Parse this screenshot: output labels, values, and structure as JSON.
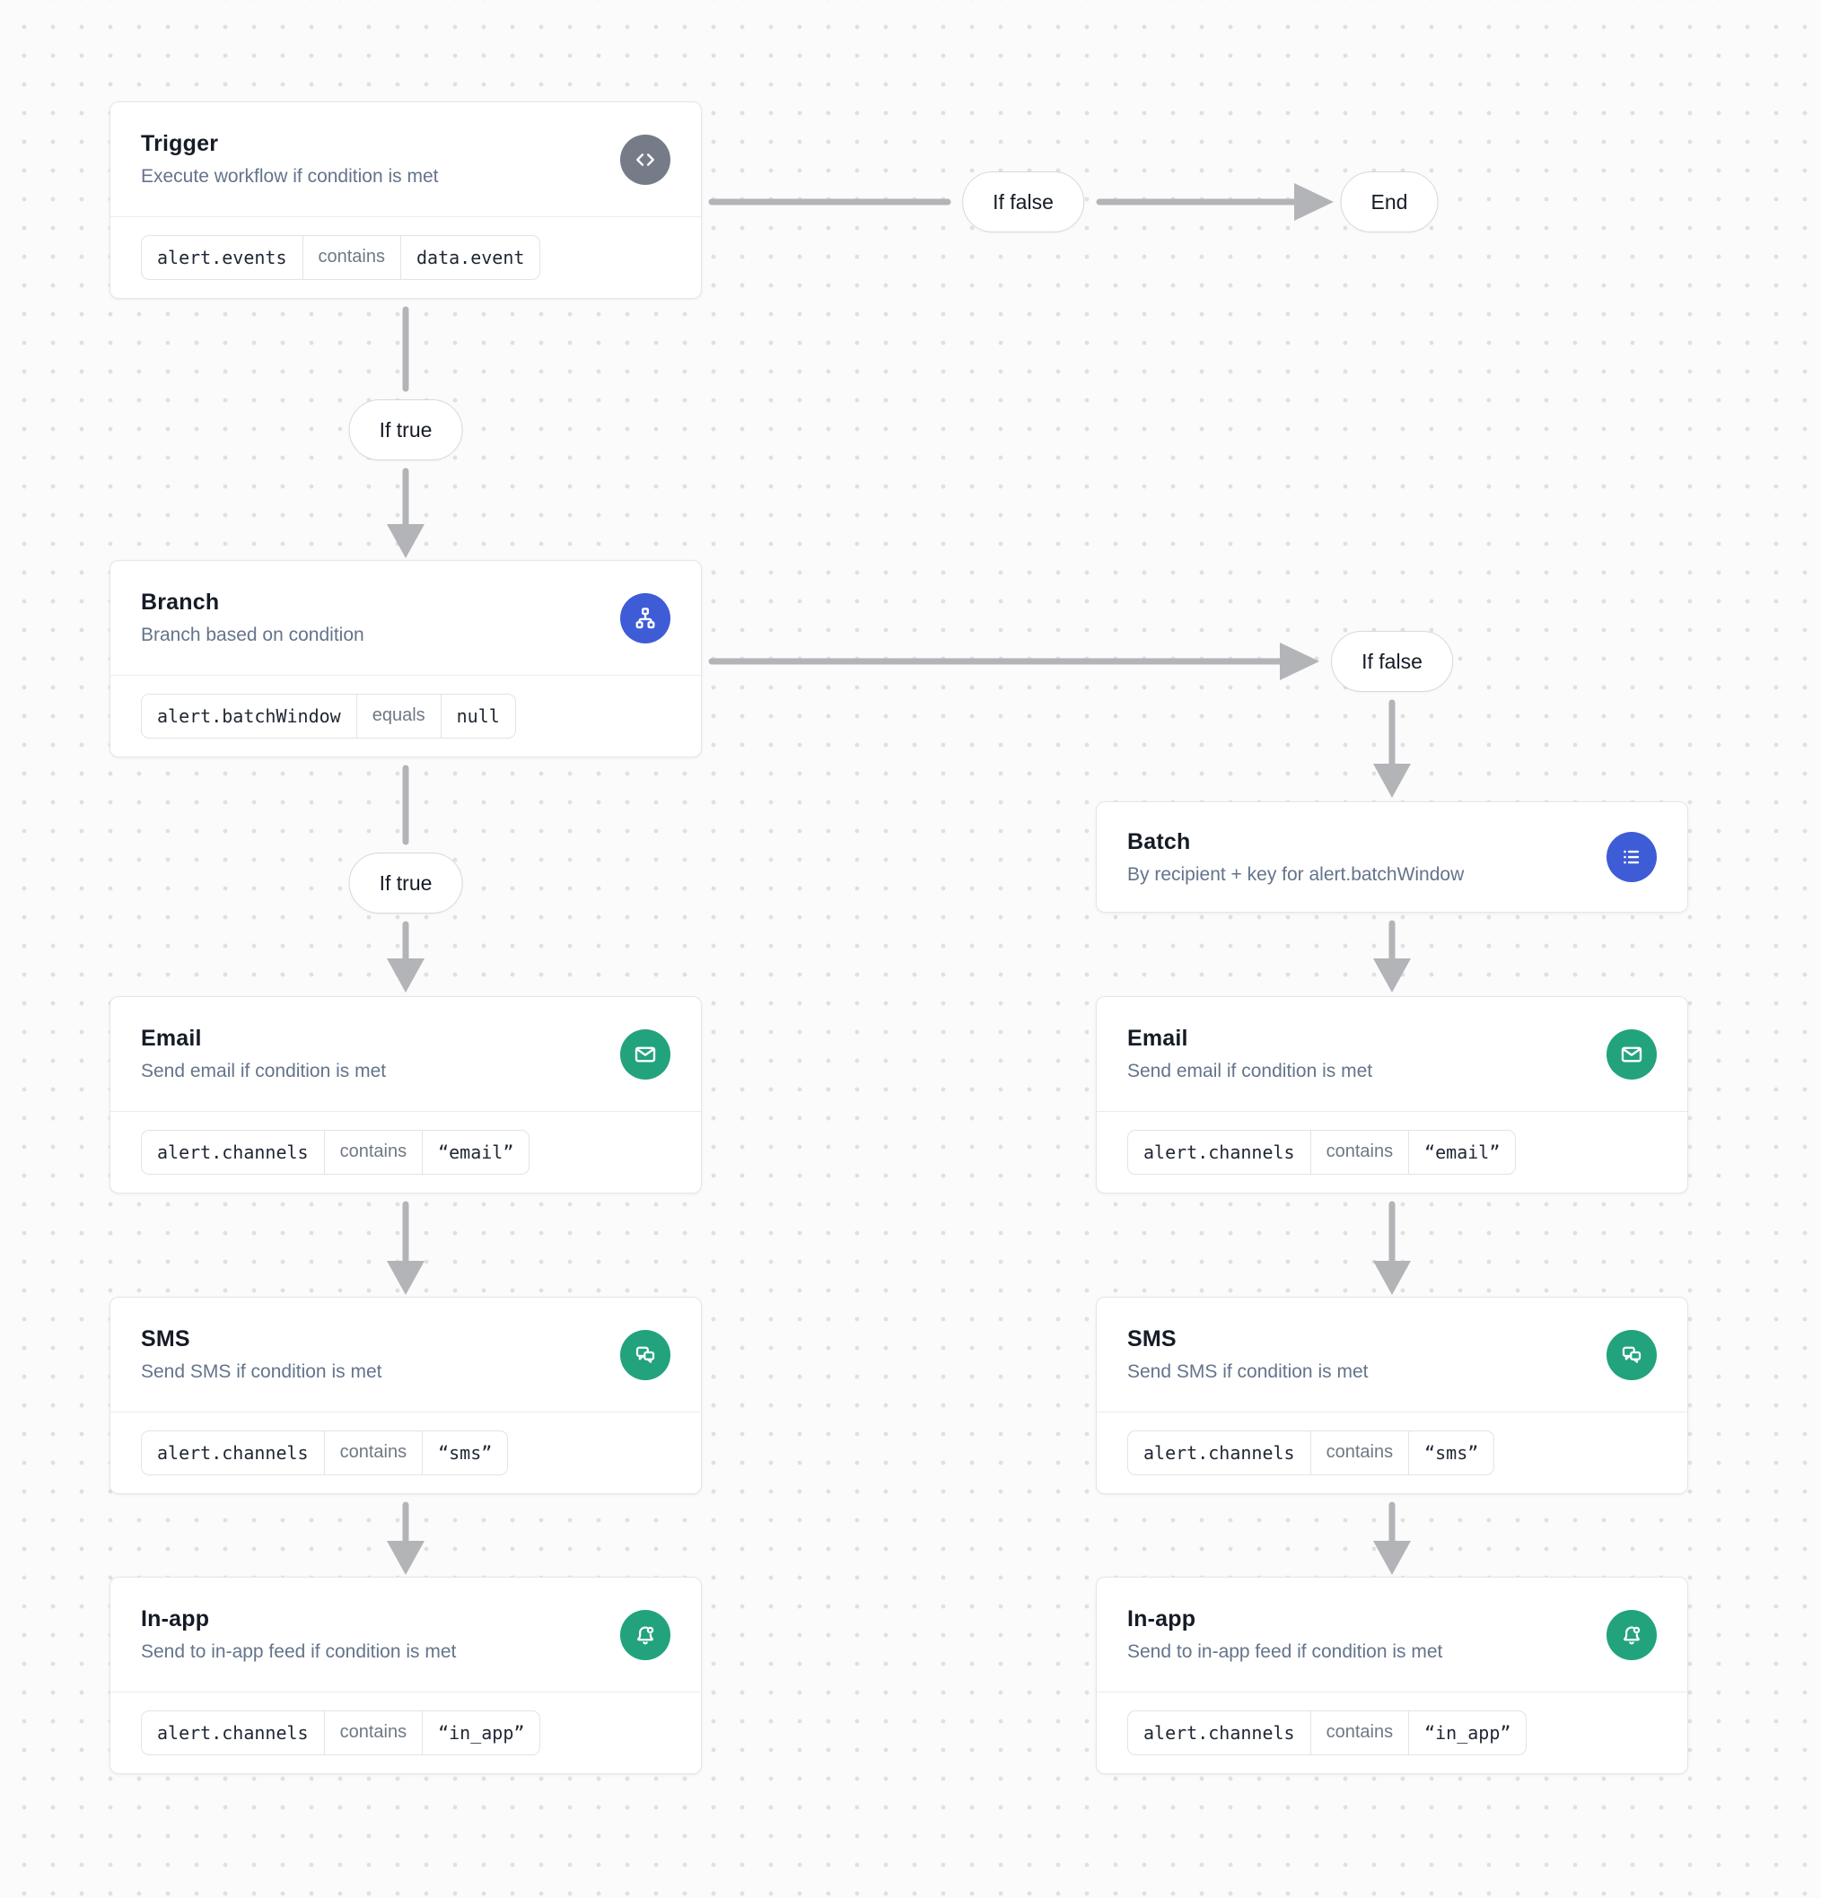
{
  "colors": {
    "accent_blue": "#3e5cd6",
    "accent_green": "#22a37d",
    "icon_gray": "#757c87",
    "arrow_gray": "#b3b4b8"
  },
  "labels": {
    "if_true": "If true",
    "if_false": "If false",
    "end": "End"
  },
  "nodes": {
    "trigger": {
      "title": "Trigger",
      "subtitle": "Execute workflow if condition is met",
      "icon": "code-icon",
      "condition": {
        "field": "alert.events",
        "operator": "contains",
        "value": "data.event"
      }
    },
    "branch": {
      "title": "Branch",
      "subtitle": "Branch based on condition",
      "icon": "branch-icon",
      "condition": {
        "field": "alert.batchWindow",
        "operator": "equals",
        "value": "null"
      }
    },
    "batch": {
      "title": "Batch",
      "subtitle": "By recipient + key for alert.batchWindow",
      "icon": "list-icon"
    },
    "email": {
      "title": "Email",
      "subtitle": "Send email if condition is met",
      "icon": "envelope-icon",
      "condition": {
        "field": "alert.channels",
        "operator": "contains",
        "value": "“email”"
      }
    },
    "sms": {
      "title": "SMS",
      "subtitle": "Send SMS if condition is met",
      "icon": "chat-bubbles-icon",
      "condition": {
        "field": "alert.channels",
        "operator": "contains",
        "value": "“sms”"
      }
    },
    "in_app": {
      "title": "In-app",
      "subtitle": "Send to in-app feed if condition is met",
      "icon": "bell-badge-icon",
      "condition": {
        "field": "alert.channels",
        "operator": "contains",
        "value": "“in_app”"
      }
    }
  }
}
